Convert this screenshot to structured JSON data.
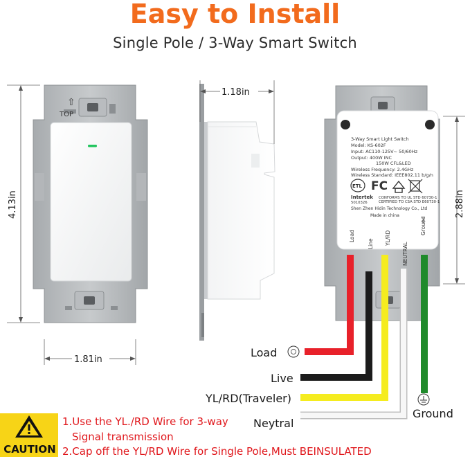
{
  "header": {
    "title": "Easy to Install",
    "subtitle": "Single Pole / 3-Way Smart Switch"
  },
  "dimensions": {
    "front_height": "4.13in",
    "front_width": "1.81in",
    "side_depth": "1.18in",
    "back_height": "2.88in"
  },
  "front_view": {
    "top_marker": "TOP",
    "led_color": "#22c55e"
  },
  "label_card": {
    "lines": [
      "3-Way Smart Light Switch",
      "Model: KS-602F",
      "Input: AC110-125V~ 50/60Hz",
      "Output: 400W INC",
      "150W CFL&LED",
      "Wireless Frequency: 2.4GHz",
      "Wireless Standard: IEEE802.11 b/g/n"
    ],
    "cert_brand": "Intertek",
    "cert_number": "5010326",
    "cert_text_1": "CONFORMS TO UL STD 60730-1",
    "cert_text_2": "CERTIFIED TO CSA STD E60730-1",
    "manufacturer": "Shen Zhen Hidin Technology Co., Ltd",
    "origin": "Made in china",
    "terminals": [
      "Load",
      "Line",
      "YL/RD",
      "NEUTRAL",
      "Ground"
    ]
  },
  "wires": {
    "load": "Load",
    "live": "Live",
    "traveler": "YL/RD(Traveler)",
    "neutral": "Neytral",
    "ground": "Ground",
    "colors": {
      "load": "#e8212a",
      "live": "#1c1c1c",
      "traveler": "#f5ec1f",
      "neutral": "#f4f4f4",
      "ground": "#1f8a2b"
    }
  },
  "caution": {
    "badge": "CAUTION",
    "note_1a": "1.Use the YL./RD Wire for 3-way",
    "note_1b": "Signal transmission",
    "note_2": "2.Cap off the YL/RD Wire for Single Pole,Must BEINSULATED"
  }
}
